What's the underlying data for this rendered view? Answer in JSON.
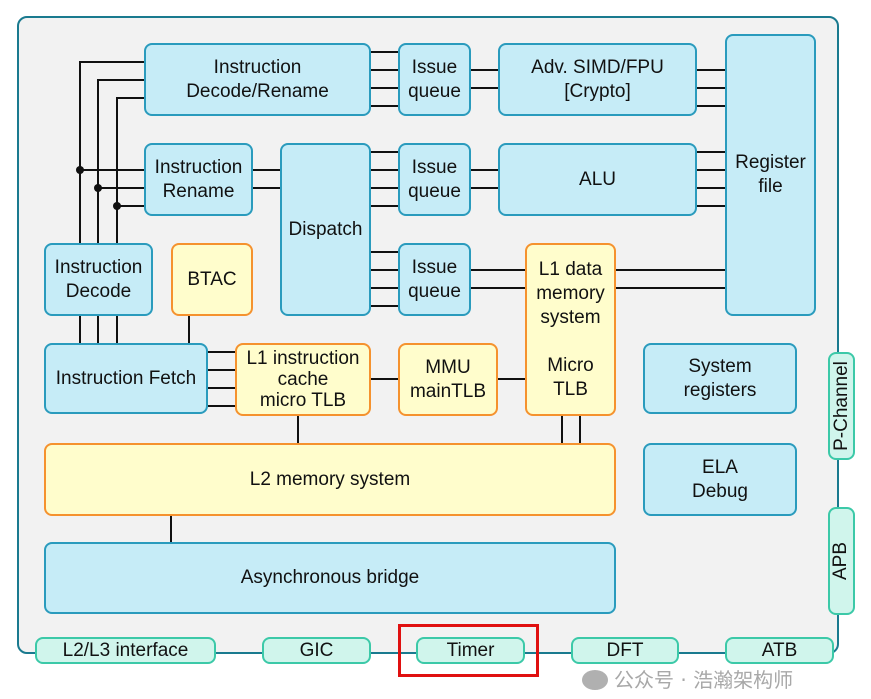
{
  "colors": {
    "container_border": "#1a7a8f",
    "blue_fill": "#c6ecf7",
    "blue_border": "#2a9bbd",
    "yellow_fill": "#fffdcc",
    "orange_border": "#f5922e",
    "teal_fill": "#d0f5ec",
    "teal_border": "#3cc9a8",
    "highlight": "#e01010"
  },
  "blocks": {
    "decode_rename": "Instruction\nDecode/Rename",
    "issue1": "Issue\nqueue",
    "simd": "Adv. SIMD/FPU\n[Crypto]",
    "register_file": "Register\nfile",
    "rename": "Instruction\nRename",
    "dispatch": "Dispatch",
    "issue2": "Issue\nqueue",
    "alu": "ALU",
    "decode": "Instruction\nDecode",
    "btac": "BTAC",
    "issue3": "Issue\nqueue",
    "l1_data": "L1 data\nmemory\nsystem\n\nMicro\nTLB",
    "fetch": "Instruction Fetch",
    "l1_icache": "L1 instruction\ncache\nmicro TLB",
    "mmu": "MMU\nmainTLB",
    "system_registers": "System\nregisters",
    "l2": "L2 memory system",
    "ela": "ELA\nDebug",
    "async_bridge": "Asynchronous bridge"
  },
  "interfaces": {
    "p_channel": "P-Channel",
    "apb": "APB",
    "l2l3": "L2/L3 interface",
    "gic": "GIC",
    "timer": "Timer",
    "dft": "DFT",
    "atb": "ATB"
  },
  "watermark": "公众号 · 浩瀚架构师"
}
